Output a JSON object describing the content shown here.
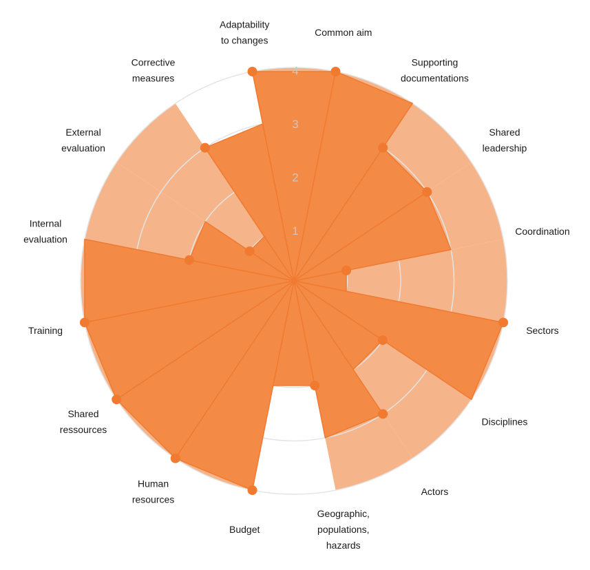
{
  "chart_data": {
    "type": "radar",
    "rmax": 4,
    "ticks": [
      "1",
      "2",
      "3",
      "4"
    ],
    "grid": true,
    "colors": {
      "band": "#f5b48a",
      "polygon": "#f38a45",
      "line": "#f07a30",
      "grid": "#e4e4e4"
    },
    "categories": [
      "Common aim",
      "Supporting documentations",
      "Shared leadership",
      "Coordination",
      "Sectors",
      "Disciplines",
      "Actors",
      "Geographic, populations, hazards",
      "Budget",
      "Human resources",
      "Shared ressources",
      "Training",
      "Internal evaluation",
      "External evaluation",
      "Corrective measures",
      "Adaptability to changes"
    ],
    "category_label_lines": [
      [
        "Common aim"
      ],
      [
        "Supporting",
        "documentations"
      ],
      [
        "Shared",
        "leadership"
      ],
      [
        "Coordination"
      ],
      [
        "Sectors"
      ],
      [
        "Disciplines"
      ],
      [
        "Actors"
      ],
      [
        "Geographic,",
        "populations,",
        "hazards"
      ],
      [
        "Budget"
      ],
      [
        "Human",
        "resources"
      ],
      [
        "Shared",
        "ressources"
      ],
      [
        "Training"
      ],
      [
        "Internal",
        "evaluation"
      ],
      [
        "External",
        "evaluation"
      ],
      [
        "Corrective",
        "measures"
      ],
      [
        "Adaptability",
        "to changes"
      ]
    ],
    "band_values": [
      4,
      4,
      4,
      4,
      4,
      4,
      4,
      4,
      0,
      4,
      4,
      4,
      4,
      4,
      4,
      0
    ],
    "values": [
      4,
      4,
      3,
      3,
      1,
      4,
      2,
      3,
      2,
      4,
      4,
      4,
      4,
      2,
      1,
      3
    ]
  }
}
